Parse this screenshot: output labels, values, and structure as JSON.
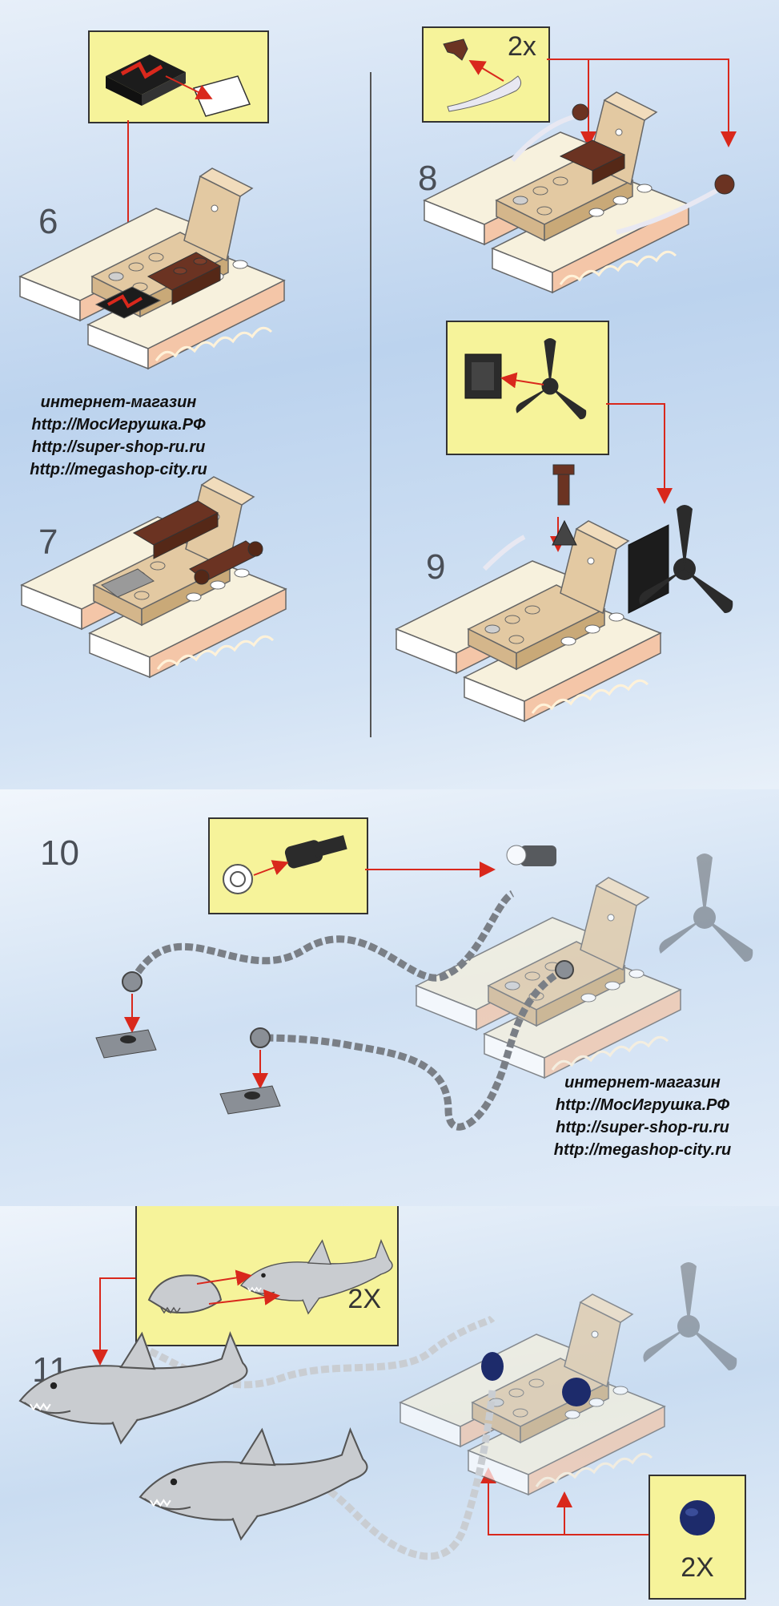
{
  "steps": [
    "6",
    "7",
    "8",
    "9",
    "10",
    "11"
  ],
  "quantities": {
    "step8": "2x",
    "step11_shark": "2X",
    "step11_stud": "2X"
  },
  "watermark_top": {
    "line1": "интернет-магазин",
    "line2": "http://МосИгрушка.РФ",
    "line3": "http://super-shop-ru.ru",
    "line4": "http://megashop-city.ru"
  },
  "watermark_mid": {
    "line1": "интернет-магазин",
    "line2": "http://МосИгрушка.РФ",
    "line3": "http://super-shop-ru.ru",
    "line4": "http://megashop-city.ru"
  },
  "colors": {
    "callout": "#f6f39a",
    "arrow": "#d9281c",
    "tan": "#e3c9a2",
    "cream": "#f7f1dd",
    "salmon": "#f4c6a8",
    "brown": "#6b3322",
    "dark": "#2b2b2b",
    "grey": "#8a8f96",
    "blue": "#1d2b6b"
  },
  "icons": [
    "arrow-icon",
    "boat-model-icon",
    "propeller-icon",
    "chain-icon",
    "shark-icon",
    "round-stud-icon"
  ]
}
